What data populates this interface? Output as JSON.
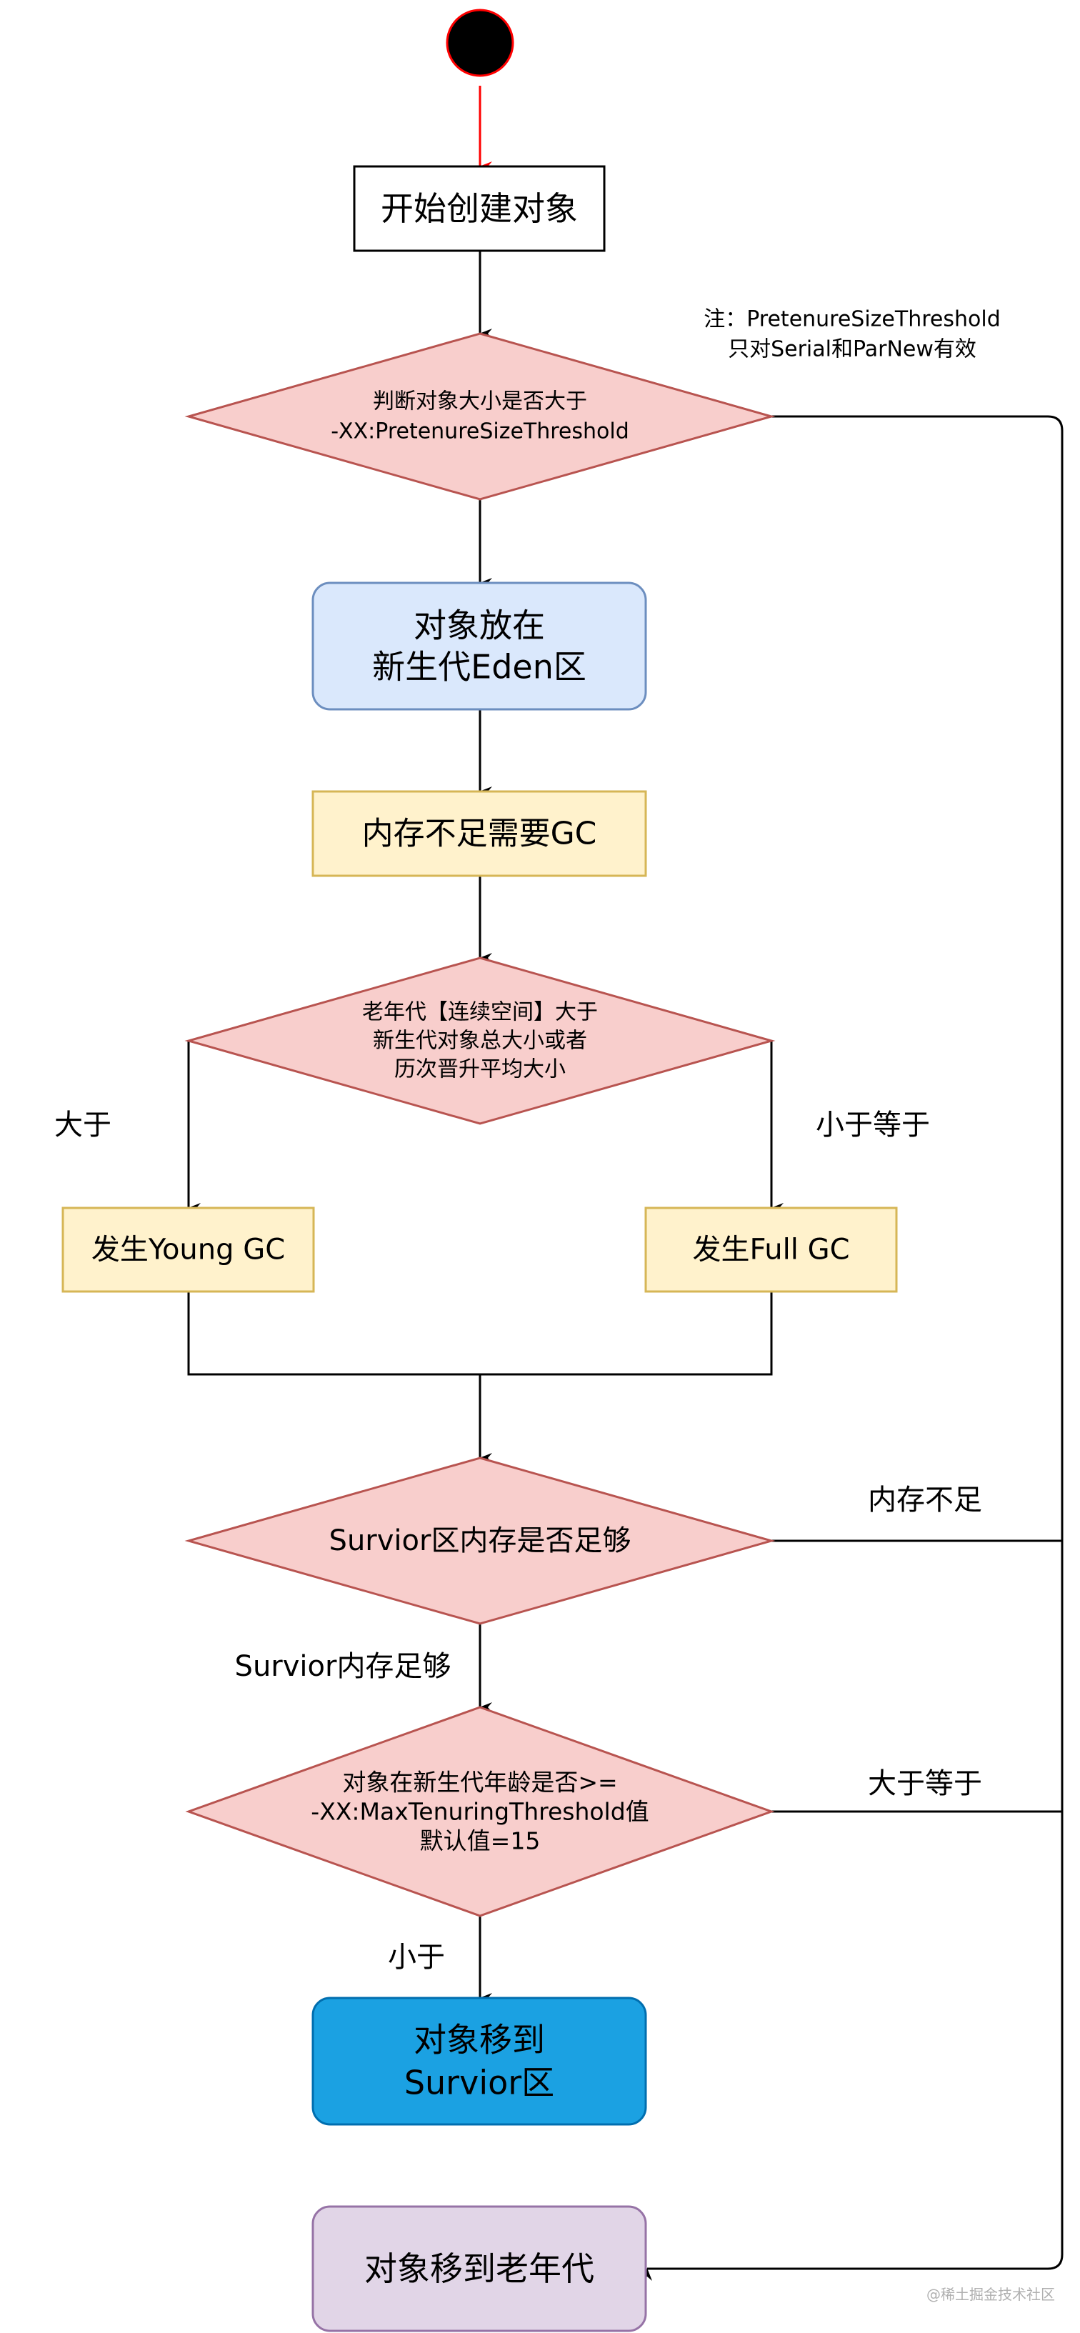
{
  "diagram": {
    "title": "JVM object allocation & GC promotion flow",
    "colors": {
      "edge": "#000000",
      "start_edge": "#ff0000",
      "start_fill": "#000000",
      "start_stroke": "#ff0000",
      "decision_fill": "#f8cecc",
      "decision_stroke": "#b85450",
      "plain_fill": "#ffffff",
      "plain_stroke": "#000000",
      "eden_fill": "#dae8fc",
      "eden_stroke": "#6c8ebf",
      "gc_fill": "#fff2cc",
      "gc_stroke": "#d6b656",
      "survivor_fill": "#1ba1e2",
      "survivor_stroke": "#006eaf",
      "survivor_text": "#ffffff",
      "oldgen_fill": "#e1d5e7",
      "oldgen_stroke": "#9673a6",
      "watermark": "#b0b0b0"
    },
    "nodes": {
      "start": {
        "type": "start"
      },
      "create": {
        "type": "process",
        "lines": [
          "开始创建对象"
        ]
      },
      "size_check": {
        "type": "decision",
        "lines": [
          "判断对象大小是否大于",
          "-XX:PretenureSizeThreshold"
        ]
      },
      "eden": {
        "type": "process",
        "lines": [
          "对象放在",
          "新生代Eden区"
        ]
      },
      "need_gc": {
        "type": "process",
        "lines": [
          "内存不足需要GC"
        ]
      },
      "old_space_check": {
        "type": "decision",
        "lines": [
          "老年代【连续空间】大于",
          "新生代对象总大小或者",
          "历次晋升平均大小"
        ]
      },
      "young_gc": {
        "type": "process",
        "lines": [
          "发生Young GC"
        ]
      },
      "full_gc": {
        "type": "process",
        "lines": [
          "发生Full GC"
        ]
      },
      "survivor_check": {
        "type": "decision",
        "lines": [
          "Survior区内存是否足够"
        ]
      },
      "age_check": {
        "type": "decision",
        "lines": [
          "对象在新生代年龄是否>=",
          "-XX:MaxTenuringThreshold值",
          "默认值=15"
        ]
      },
      "to_survivor": {
        "type": "process",
        "lines": [
          "对象移到",
          "Survior区"
        ]
      },
      "to_old_gen": {
        "type": "process",
        "lines": [
          "对象移到老年代"
        ]
      }
    },
    "edges": [
      {
        "from": "start",
        "to": "create",
        "label": ""
      },
      {
        "from": "create",
        "to": "size_check",
        "label": ""
      },
      {
        "from": "size_check",
        "to": "eden",
        "label": ""
      },
      {
        "from": "size_check",
        "to": "to_old_gen",
        "label": ""
      },
      {
        "from": "eden",
        "to": "need_gc",
        "label": ""
      },
      {
        "from": "need_gc",
        "to": "old_space_check",
        "label": ""
      },
      {
        "from": "old_space_check",
        "to": "young_gc",
        "label": "大于"
      },
      {
        "from": "old_space_check",
        "to": "full_gc",
        "label": "小于等于"
      },
      {
        "from": "young_gc",
        "to": "survivor_check",
        "label": ""
      },
      {
        "from": "full_gc",
        "to": "survivor_check",
        "label": ""
      },
      {
        "from": "survivor_check",
        "to": "age_check",
        "label": "Survior内存足够"
      },
      {
        "from": "survivor_check",
        "to": "to_old_gen",
        "label": "内存不足"
      },
      {
        "from": "age_check",
        "to": "to_survivor",
        "label": "小于"
      },
      {
        "from": "age_check",
        "to": "to_old_gen",
        "label": "大于等于"
      }
    ],
    "note": [
      "注：PretenureSizeThreshold",
      "只对Serial和ParNew有效"
    ],
    "watermark": "@稀土掘金技术社区"
  }
}
